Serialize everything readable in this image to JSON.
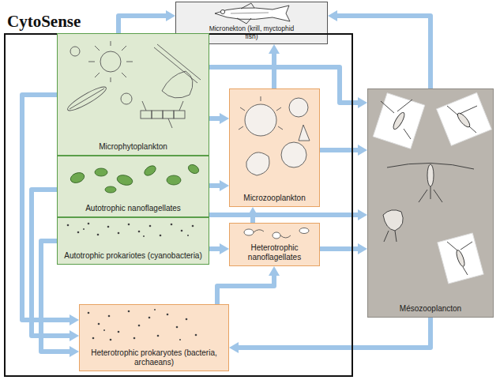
{
  "diagram": {
    "nodes": [
      {
        "text": [
          "Micronekton (krill, myctophid fish)"
        ]
      },
      {
        "text": [
          "CytoSense"
        ]
      },
      {
        "text": [
          "Microphytoplankton"
        ],
        "in": 1
      },
      {
        "text": [
          "Autotrophic nanoflagellates"
        ],
        "in": 1
      },
      {
        "text": [
          "Autotrophic prokariotes (cyanobacteria)"
        ],
        "in": 1
      },
      {
        "text": [
          "Microzooplankton"
        ],
        "in": 1
      },
      {
        "text": [
          "Heterotrophic nanoflagellates"
        ],
        "in": 1
      },
      {
        "text": [
          "Heterotrophic prokaryotes (bacteria, archaeans)"
        ],
        "in": 1
      },
      {
        "text": [
          "Mésozooplancton"
        ]
      }
    ],
    "edges": [
      {
        "from": 2,
        "to": 0,
        "arrow": "to"
      },
      {
        "from": 5,
        "to": 0,
        "arrow": "to"
      },
      {
        "from": 8,
        "to": 0,
        "arrow": "to"
      },
      {
        "from": 2,
        "to": 5,
        "arrow": "to"
      },
      {
        "from": 2,
        "to": 8,
        "arrow": "to"
      },
      {
        "from": 3,
        "to": 5,
        "arrow": "to"
      },
      {
        "from": 3,
        "to": 8,
        "arrow": "to"
      },
      {
        "from": 4,
        "to": 6,
        "arrow": "to"
      },
      {
        "from": 6,
        "to": 5,
        "arrow": "to"
      },
      {
        "from": 6,
        "to": 8,
        "arrow": "to"
      },
      {
        "from": 5,
        "to": 8,
        "arrow": "to"
      },
      {
        "from": 7,
        "to": 6,
        "arrow": "to"
      },
      {
        "from": 8,
        "to": 7,
        "arrow": "to"
      },
      {
        "from": 2,
        "to": 7,
        "arrow": "to"
      },
      {
        "from": 3,
        "to": 7,
        "arrow": "to"
      },
      {
        "from": 4,
        "to": 7,
        "arrow": "to"
      }
    ]
  }
}
